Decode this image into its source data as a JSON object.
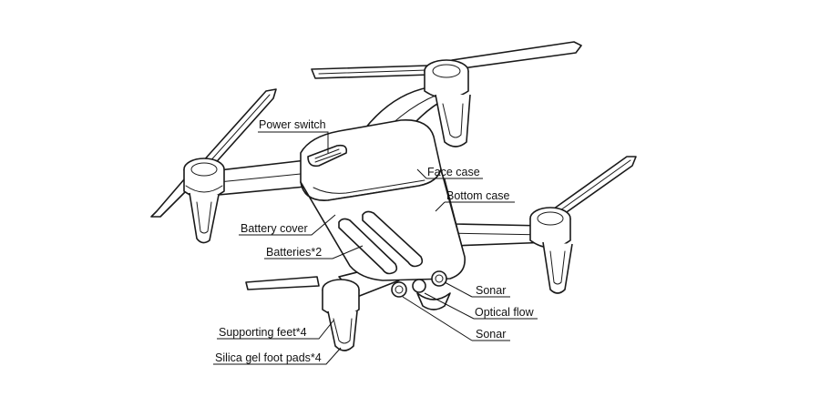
{
  "diagram": {
    "labels": {
      "power_switch": "Power switch",
      "face_case": "Face case",
      "bottom_case": "Bottom case",
      "battery_cover": "Battery cover",
      "batteries": "Batteries*2",
      "sonar_top": "Sonar",
      "optical_flow": "Optical flow",
      "sonar_bottom": "Sonar",
      "supporting_feet": "Supporting feet*4",
      "foot_pads": "Silica gel foot pads*4"
    },
    "colors": {
      "line": "#1a1a1a",
      "background": "#ffffff"
    }
  }
}
